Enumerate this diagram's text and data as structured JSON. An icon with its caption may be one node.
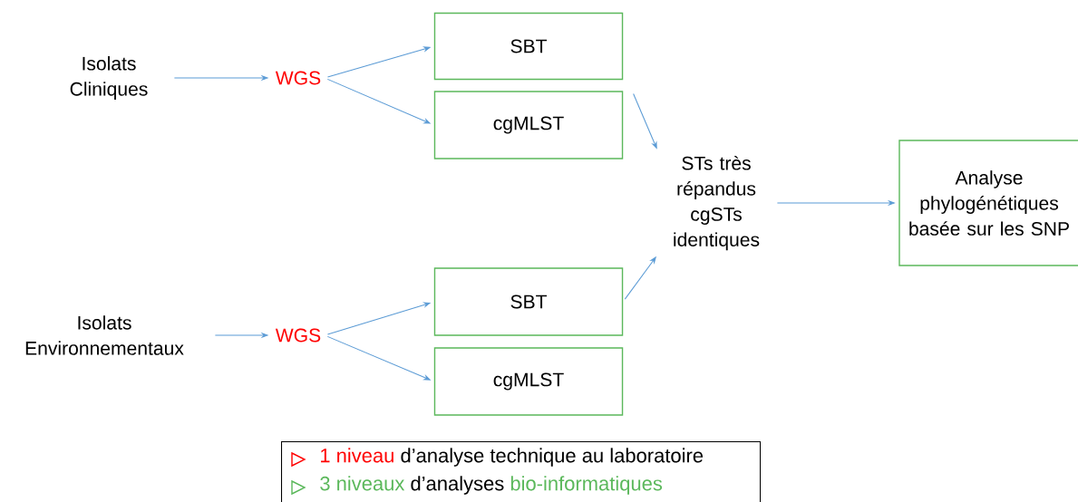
{
  "diagram": {
    "nodes": [
      {
        "text": [
          "Isolats Cliniques"
        ]
      },
      {
        "text": [
          "WGS"
        ]
      },
      {
        "text": [
          "SBT"
        ]
      },
      {
        "text": [
          "cgMLST"
        ]
      },
      {
        "text": [
          "STs très répandus cgSTs identiques"
        ]
      },
      {
        "text": [
          "Analyse phylogénétiques basée sur les SNP"
        ]
      },
      {
        "text": [
          "Isolats Environnementaux"
        ]
      },
      {
        "text": [
          "WGS"
        ]
      },
      {
        "text": [
          "SBT"
        ]
      },
      {
        "text": [
          "cgMLST"
        ]
      },
      {
        "text": [
          "1 niveau",
          "d’analyse technique au laboratoire",
          "3 niveaux",
          "d’analyses",
          "bio-informatiques"
        ]
      }
    ],
    "edges": [
      {
        "from": 0,
        "to": 1,
        "arrow": "to"
      },
      {
        "from": 1,
        "to": 2,
        "arrow": "to"
      },
      {
        "from": 1,
        "to": 3,
        "arrow": "to"
      },
      {
        "from": 3,
        "to": 4,
        "arrow": "to"
      },
      {
        "from": 8,
        "to": 4,
        "arrow": "to"
      },
      {
        "from": 4,
        "to": 5,
        "arrow": "to"
      },
      {
        "from": 6,
        "to": 7,
        "arrow": "to"
      },
      {
        "from": 7,
        "to": 8,
        "arrow": "to"
      },
      {
        "from": 7,
        "to": 9,
        "arrow": "to"
      }
    ]
  }
}
